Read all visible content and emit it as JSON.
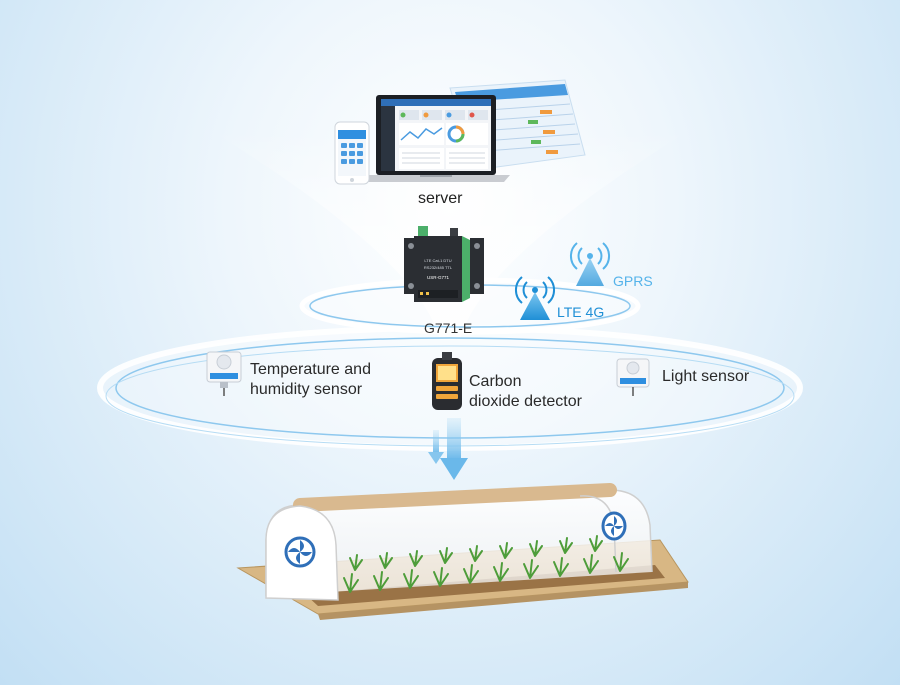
{
  "labels": {
    "server": "server",
    "gateway": "G771-E",
    "lte": "LTE 4G",
    "gprs": "GPRS",
    "temp_sensor": "Temperature and\nhumidity sensor",
    "co2_detector": "Carbon\ndioxide detector",
    "light_sensor": "Light sensor"
  },
  "device_text": {
    "gateway_line1": "LTE Cat-1 DTU",
    "gateway_line2": "RS232/485 TTL",
    "gateway_model": "USR-G771"
  },
  "colors": {
    "accent_blue": "#1f8fd6",
    "light_blue": "#55b3ea",
    "ring_blue": "#8ec8ee",
    "gateway_green": "#4caf6a",
    "gateway_dark": "#2b2e33",
    "soil": "#b08a55",
    "tunnel_rim": "#d9b98f",
    "plant_green": "#4e9d3a"
  },
  "icons": {
    "laptop": "laptop-icon",
    "phone": "smartphone-icon",
    "gateway": "router-icon",
    "tower": "signal-tower-icon",
    "sensor": "sensor-box-icon",
    "detector": "handheld-detector-icon",
    "fan": "fan-icon",
    "arrow": "arrow-down-icon"
  }
}
